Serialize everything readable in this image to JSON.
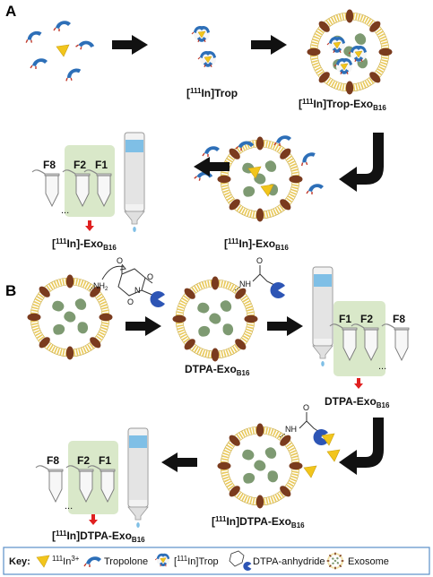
{
  "panel_a": {
    "letter": "A",
    "trop_complex": {
      "prefix": "[",
      "mass": "111",
      "rest": "In]Trop"
    },
    "trop_exo": {
      "prefix": "[",
      "mass": "111",
      "rest": "In]Trop-Exo",
      "sub": "B16"
    },
    "free_exo": {
      "prefix": "[",
      "mass": "111",
      "rest": "In]-Exo",
      "sub": "B16"
    },
    "product": {
      "prefix": "[",
      "mass": "111",
      "rest": "In]-Exo",
      "sub": "B16"
    },
    "fractions": [
      "F8",
      "F2",
      "F1"
    ],
    "ellipsis": "..."
  },
  "panel_b": {
    "letter": "B",
    "nh2": "NH",
    "nh2_sub": "2",
    "o_top": "O",
    "o_ring": "O",
    "o_ring2": "O",
    "n_ring": "N",
    "nh": "NH",
    "o_amide": "O",
    "o_amide2": "O",
    "nh_c": "NH",
    "dtpa_exo": {
      "rest": "DTPA-Exo",
      "sub": "B16"
    },
    "dtpa_exo_product": {
      "rest": "DTPA-Exo",
      "sub": "B16"
    },
    "in_dtpa_exo": {
      "prefix": "[",
      "mass": "111",
      "rest": "In]DTPA-Exo",
      "sub": "B16"
    },
    "final_product": {
      "prefix": "[",
      "mass": "111",
      "rest": "In]DTPA-Exo",
      "sub": "B16"
    },
    "fractions_right": [
      "F1",
      "F2",
      "F8"
    ],
    "fractions_left": [
      "F8",
      "F2",
      "F1"
    ],
    "ellipsis": "..."
  },
  "key": {
    "title": "Key:",
    "indium": {
      "mass": "111",
      "rest": "In",
      "charge": "3+"
    },
    "tropolone": "Tropolone",
    "trop_complex": {
      "prefix": "[",
      "mass": "111",
      "rest": "In]Trop"
    },
    "anhydride": "DTPA-anhydride",
    "exosome": "Exosome"
  },
  "colors": {
    "membrane": "#e9c95a",
    "membrane_dark": "#c9a838",
    "protein": "#7a3b1e",
    "cargo": "#7e9a72",
    "indium": "#f2c51c",
    "tropolone": "#2d6fb8",
    "trop_tip": "#c0392b",
    "arrow": "#111111",
    "fraction_bg": "#d9e8c9",
    "red_arrow": "#e02020",
    "key_border": "#5b8fc7"
  }
}
